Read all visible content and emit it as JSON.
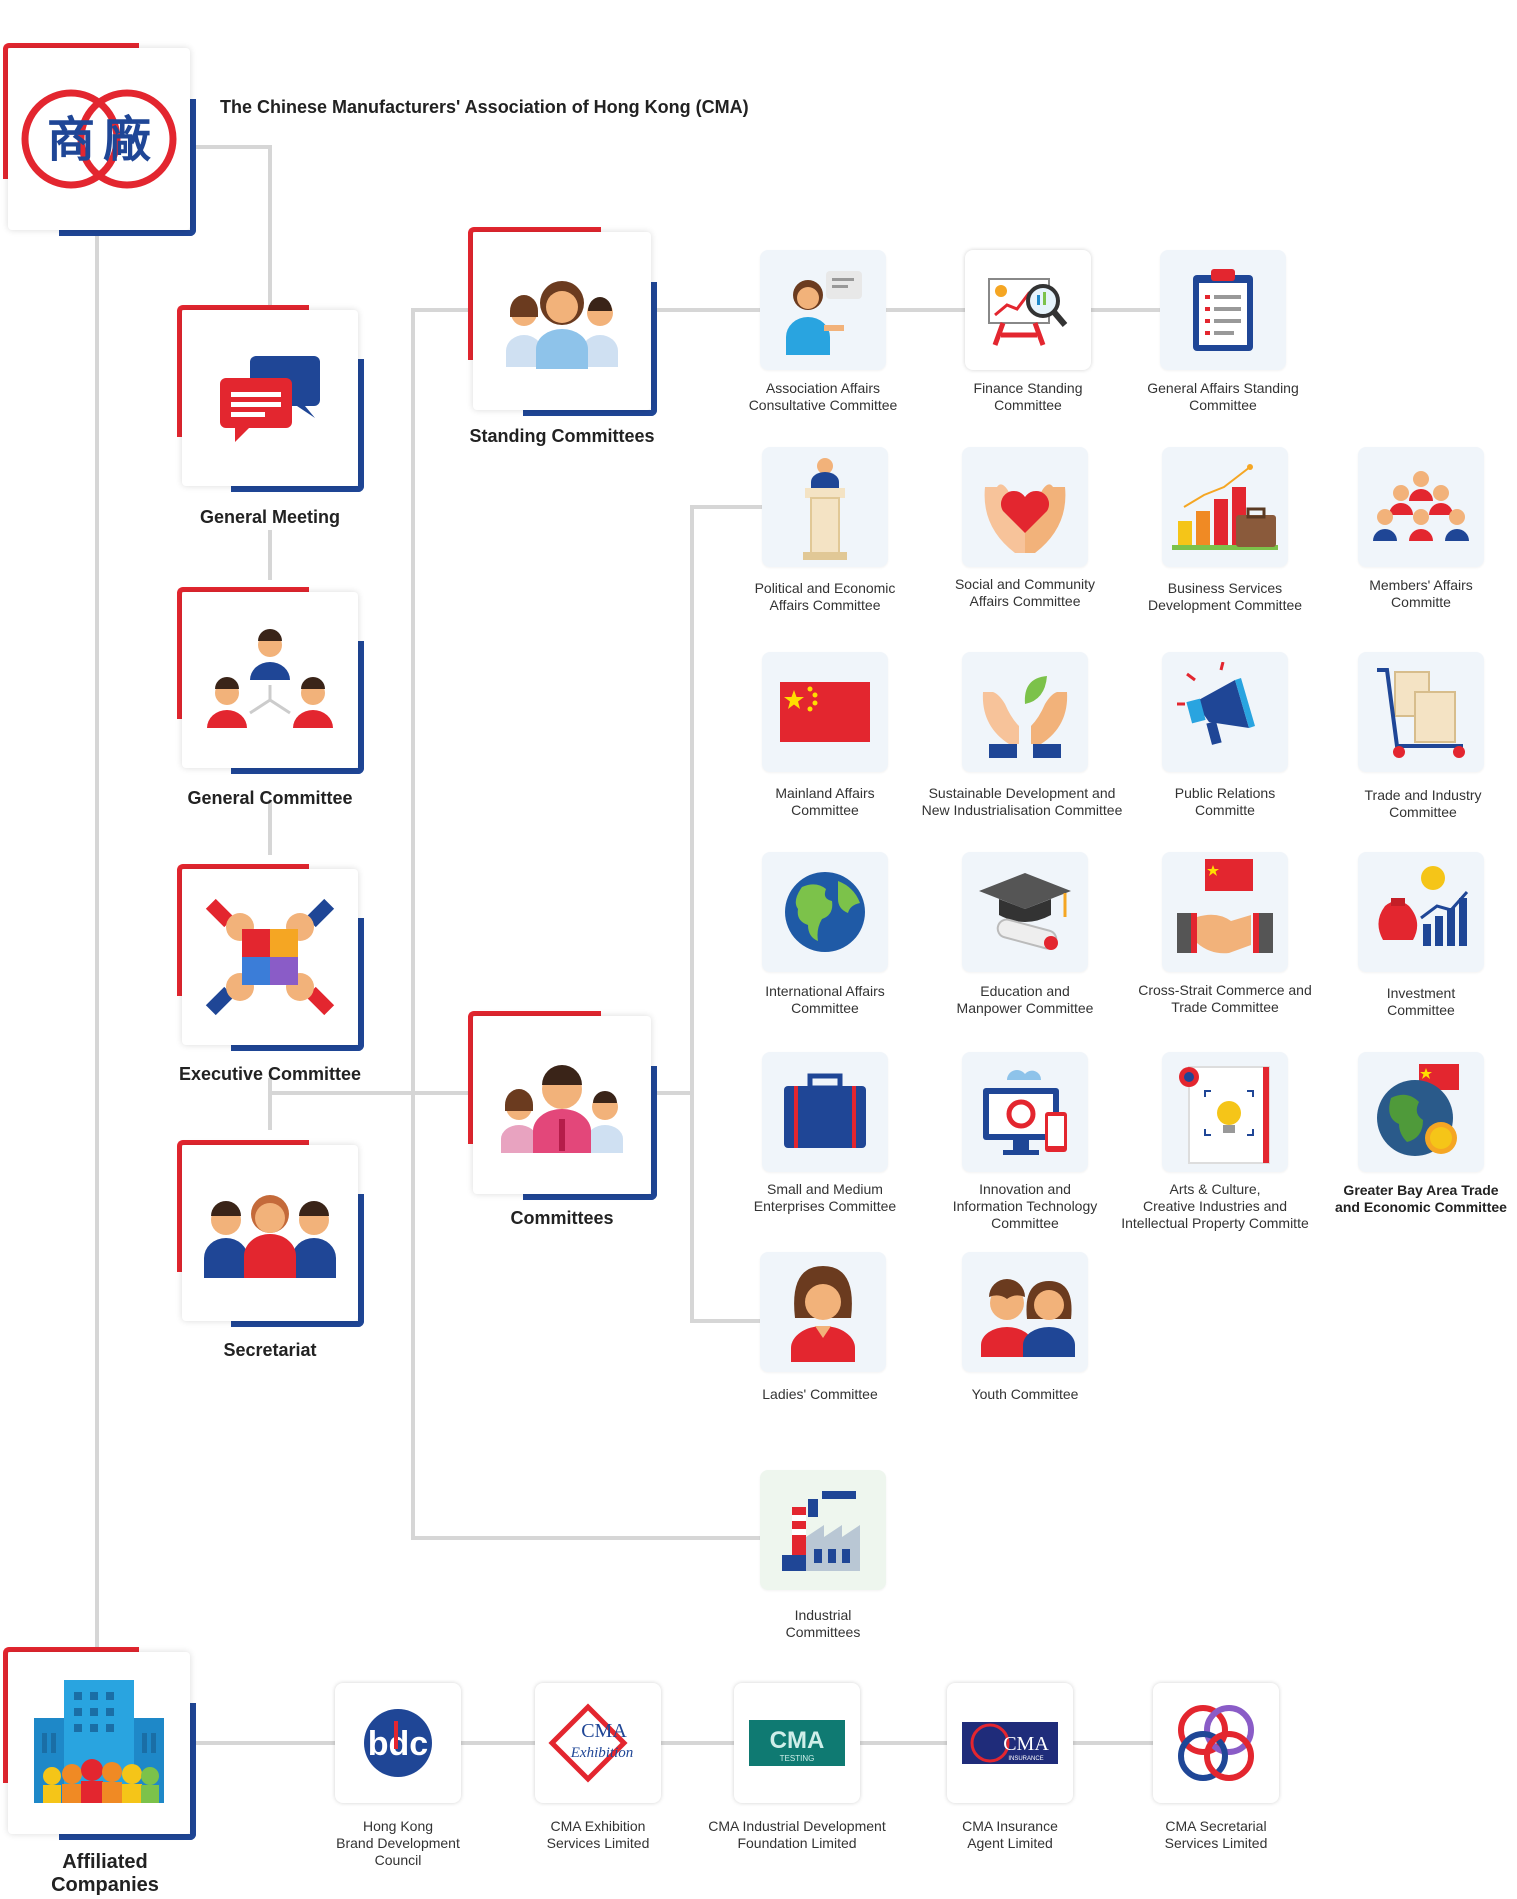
{
  "title": "The Chinese Manufacturers' Association of Hong Kong (CMA)",
  "logo_chars": [
    "商",
    "廠"
  ],
  "main_nodes": {
    "general_meeting": "General Meeting",
    "general_committee": "General Committee",
    "executive_committee": "Executive Committee",
    "secretariat": "Secretariat",
    "standing_committees": "Standing Committees",
    "committees": "Committees",
    "affiliated_companies": "Affiliated Companies"
  },
  "standing": [
    "Association Affairs\nConsultative Committee",
    "Finance Standing\nCommittee",
    "General Affairs Standing\nCommittee"
  ],
  "committees": [
    "Political and Economic\nAffairs Committee",
    "Social and Community\nAffairs Committee",
    "Business Services\nDevelopment Committee",
    "Members' Affairs\nCommitte",
    "Mainland Affairs\nCommittee",
    "Sustainable Development and\nNew Industrialisation Committee",
    "Public Relations\nCommitte",
    "Trade and Industry\nCommittee",
    "International Affairs\nCommittee",
    "Education and\nManpower Committee",
    "Cross-Strait Commerce and\nTrade Committee",
    "Investment\nCommittee",
    "Small and Medium\nEnterprises Committee",
    "Innovation and\nInformation Technology\nCommittee",
    "Arts & Culture,\nCreative Industries and\nIntellectual Property Committe",
    "Greater Bay Area Trade\nand Economic Committee",
    "Ladies' Committee",
    "Youth Committee"
  ],
  "industrial": "Industrial\nCommittees",
  "affiliates": [
    "Hong Kong\nBrand Development\nCouncil",
    "CMA Exhibition\nServices Limited",
    "CMA Industrial Development\nFoundation Limited",
    "CMA Insurance\nAgent Limited",
    "CMA Secretarial\nServices Limited"
  ],
  "logo_texts": {
    "bdc": "bdc",
    "cma_exhibition": [
      "CMA",
      "Exhibition"
    ],
    "cma_testing": [
      "CMA",
      "TESTING"
    ],
    "cma_insurance": [
      "CMA",
      "INSURANCE"
    ]
  },
  "colors": {
    "red": "#e3262f",
    "blue": "#1f4696",
    "line": "#d6d6d6"
  }
}
